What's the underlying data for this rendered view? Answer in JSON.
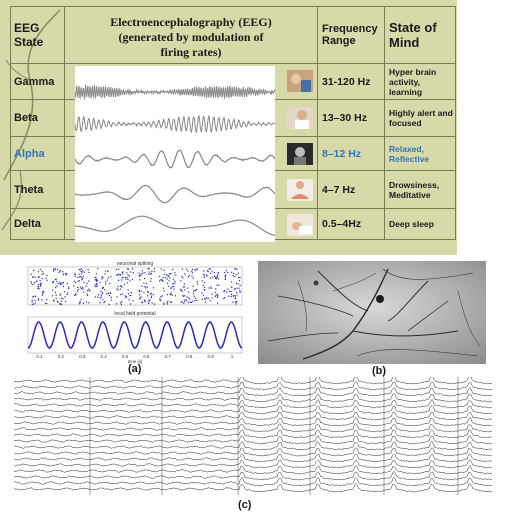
{
  "table": {
    "headers": {
      "state": "EEG State",
      "eeg_line1": "Electroencephalography (EEG)",
      "eeg_line2": "(generated by modulation of",
      "eeg_line3": "firing rates)",
      "freq": "Frequency Range",
      "mind": "State of Mind"
    },
    "rows": [
      {
        "state": "Gamma",
        "freq": "31-120 Hz",
        "mind": "Hyper brain activity, learning",
        "highlight": false,
        "icon": "person-thinking-photo-icon"
      },
      {
        "state": "Beta",
        "freq": "13–30 Hz",
        "mind": "Highly alert and focused",
        "highlight": false,
        "icon": "person-focused-photo-icon"
      },
      {
        "state": "Alpha",
        "freq": "8–12 Hz",
        "mind": "Relaxed, Reflective",
        "highlight": true,
        "icon": "person-relaxed-photo-icon"
      },
      {
        "state": "Theta",
        "freq": "4–7 Hz",
        "mind": "Drowsiness, Meditative",
        "highlight": false,
        "icon": "person-meditating-photo-icon"
      },
      {
        "state": "Delta",
        "freq": "0.5–4Hz",
        "mind": "Deep sleep",
        "highlight": false,
        "icon": "person-sleeping-photo-icon"
      }
    ],
    "colors": {
      "panel_bg": "#d8d9a9",
      "highlight": "#2d76bc",
      "wave": "#888888"
    }
  },
  "panel_a": {
    "label": "(a)",
    "spiking_title": "neuronal spiking",
    "lfp_title": "local field potential",
    "x_ticks": [
      "0.1",
      "0.2",
      "0.3",
      "0.4",
      "0.5",
      "0.6",
      "0.7",
      "0.8",
      "0.9",
      "1"
    ],
    "x_label": "time [s]",
    "color": "#2b2bc8"
  },
  "panel_b": {
    "label": "(b)"
  },
  "panel_c": {
    "label": "(c)"
  }
}
